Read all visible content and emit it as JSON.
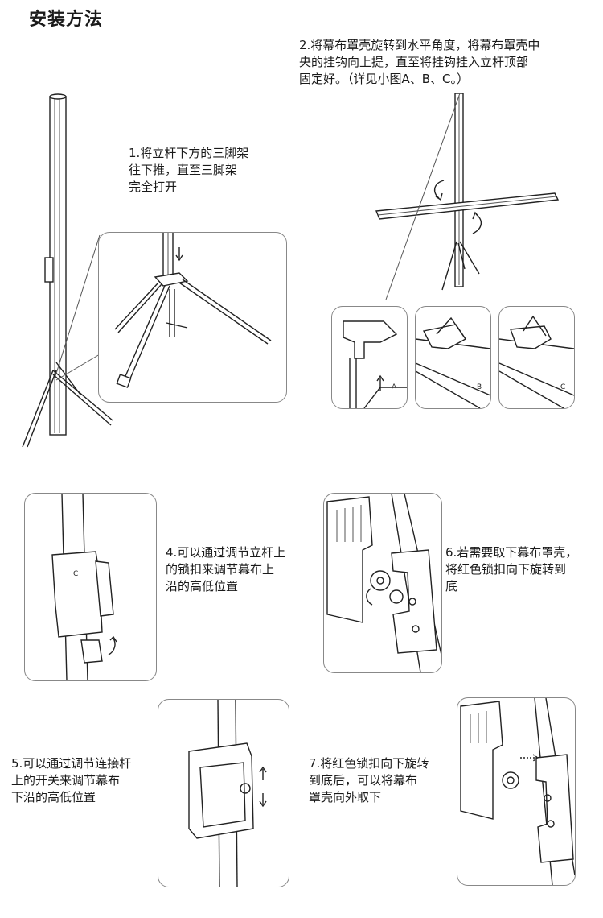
{
  "title": "安装方法",
  "steps": {
    "s1": "1.将立杆下方的三脚架\n  往下推，直至三脚架\n  完全打开",
    "s2": "2.将幕布罩壳旋转到水平角度，将幕布罩壳中\n央的挂钩向上提，直至将挂钩挂入立杆顶部\n固定好。（详见小图A、B、C。）",
    "s4": "4.可以通过调节立杆上\n  的锁扣来调节幕布上\n  沿的高低位置",
    "s5": "5.可以通过调节连接杆\n  上的开关来调节幕布\n  下沿的高低位置",
    "s6": "6.若需要取下幕布罩壳，\n  将红色锁扣向下旋转到\n  底",
    "s7": "7.将红色锁扣向下旋转\n  到底后，可以将幕布\n  罩壳向外取下"
  },
  "sub_labels": {
    "a": "A",
    "b": "B",
    "c": "C"
  }
}
